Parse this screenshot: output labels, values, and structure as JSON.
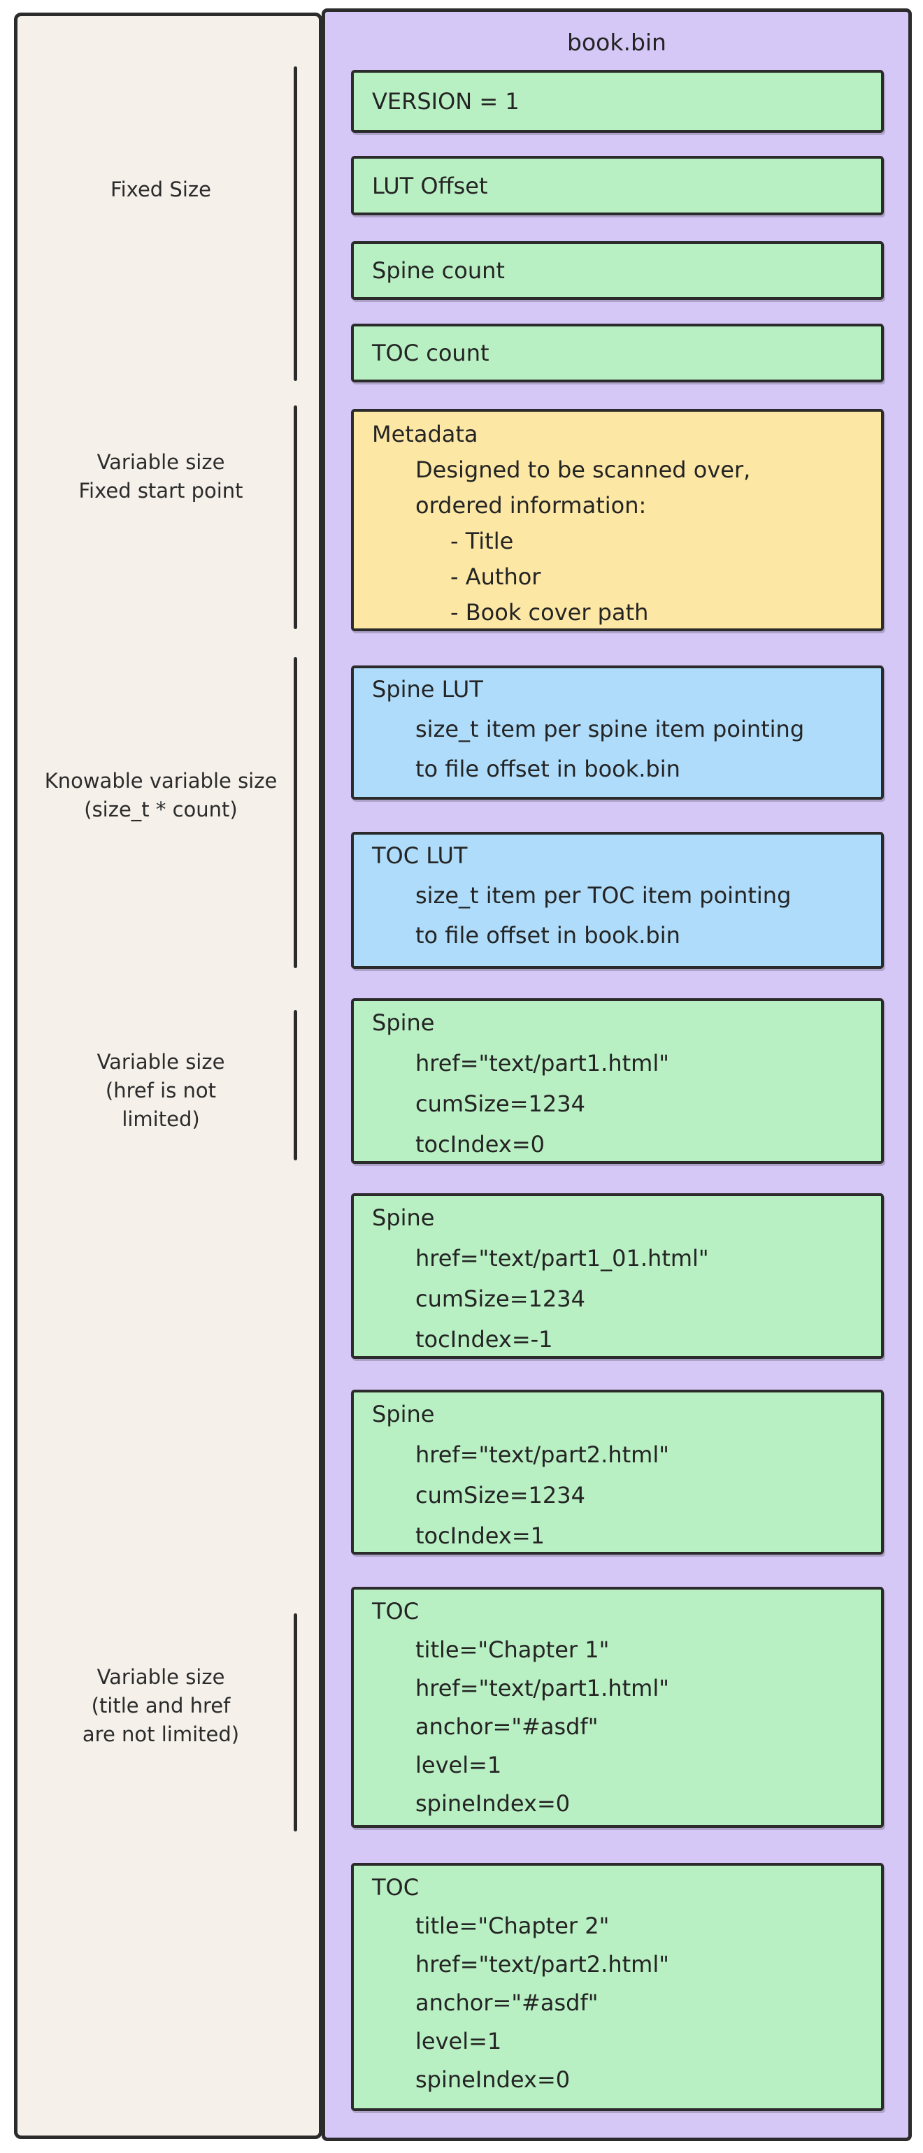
{
  "diagram": {
    "title": "book.bin",
    "side_labels": [
      {
        "lines": [
          "Fixed Size"
        ]
      },
      {
        "lines": [
          "Variable size",
          "Fixed start point"
        ]
      },
      {
        "lines": [
          "Knowable variable size",
          "(size_t * count)"
        ]
      },
      {
        "lines": [
          "Variable size",
          "(href is not",
          "limited)"
        ]
      },
      {
        "lines": [
          "Variable size",
          "(title and href",
          "are not limited)"
        ]
      }
    ],
    "blocks": [
      {
        "name": "version",
        "color": "green",
        "lines": [
          {
            "t": "VERSION = 1",
            "i": 0
          }
        ]
      },
      {
        "name": "lut-offset",
        "color": "green",
        "lines": [
          {
            "t": "LUT Offset",
            "i": 0
          }
        ]
      },
      {
        "name": "spine-count",
        "color": "green",
        "lines": [
          {
            "t": "Spine count",
            "i": 0
          }
        ]
      },
      {
        "name": "toc-count",
        "color": "green",
        "lines": [
          {
            "t": "TOC count",
            "i": 0
          }
        ]
      },
      {
        "name": "metadata",
        "color": "yellow",
        "lines": [
          {
            "t": "Metadata",
            "i": 0
          },
          {
            "t": "Designed to be scanned over,",
            "i": 1
          },
          {
            "t": "ordered information:",
            "i": 1
          },
          {
            "t": "- Title",
            "i": 2
          },
          {
            "t": "- Author",
            "i": 2
          },
          {
            "t": "- Book cover path",
            "i": 2
          }
        ]
      },
      {
        "name": "spine-lut",
        "color": "blue",
        "lines": [
          {
            "t": "Spine LUT",
            "i": 0
          },
          {
            "t": "size_t item per spine item pointing",
            "i": 1
          },
          {
            "t": "to file offset in book.bin",
            "i": 1
          }
        ]
      },
      {
        "name": "toc-lut",
        "color": "blue",
        "lines": [
          {
            "t": "TOC LUT",
            "i": 0
          },
          {
            "t": "size_t item per TOC item pointing",
            "i": 1
          },
          {
            "t": "to file offset in book.bin",
            "i": 1
          }
        ]
      },
      {
        "name": "spine-entry-1",
        "color": "green",
        "lines": [
          {
            "t": "Spine",
            "i": 0
          },
          {
            "t": "href=\"text/part1.html\"",
            "i": 1
          },
          {
            "t": "cumSize=1234",
            "i": 1
          },
          {
            "t": "tocIndex=0",
            "i": 1
          }
        ]
      },
      {
        "name": "spine-entry-2",
        "color": "green",
        "lines": [
          {
            "t": "Spine",
            "i": 0
          },
          {
            "t": "href=\"text/part1_01.html\"",
            "i": 1
          },
          {
            "t": "cumSize=1234",
            "i": 1
          },
          {
            "t": "tocIndex=-1",
            "i": 1
          }
        ]
      },
      {
        "name": "spine-entry-3",
        "color": "green",
        "lines": [
          {
            "t": "Spine",
            "i": 0
          },
          {
            "t": "href=\"text/part2.html\"",
            "i": 1
          },
          {
            "t": "cumSize=1234",
            "i": 1
          },
          {
            "t": "tocIndex=1",
            "i": 1
          }
        ]
      },
      {
        "name": "toc-entry-1",
        "color": "green",
        "lines": [
          {
            "t": "TOC",
            "i": 0
          },
          {
            "t": "title=\"Chapter 1\"",
            "i": 1
          },
          {
            "t": "href=\"text/part1.html\"",
            "i": 1
          },
          {
            "t": "anchor=\"#asdf\"",
            "i": 1
          },
          {
            "t": "level=1",
            "i": 1
          },
          {
            "t": "spineIndex=0",
            "i": 1
          }
        ]
      },
      {
        "name": "toc-entry-2",
        "color": "green",
        "lines": [
          {
            "t": "TOC",
            "i": 0
          },
          {
            "t": "title=\"Chapter 2\"",
            "i": 1
          },
          {
            "t": "href=\"text/part2.html\"",
            "i": 1
          },
          {
            "t": "anchor=\"#asdf\"",
            "i": 1
          },
          {
            "t": "level=1",
            "i": 1
          },
          {
            "t": "spineIndex=0",
            "i": 1
          }
        ]
      }
    ]
  }
}
